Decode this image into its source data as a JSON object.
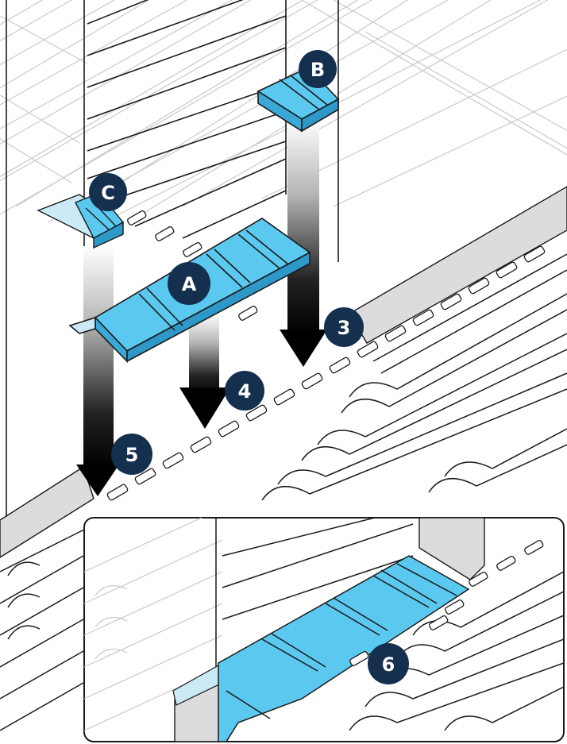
{
  "colors": {
    "badge": "#152f4e",
    "badge_text": "#ffffff",
    "board": "#5bc8f0",
    "board_ghost": "#cce9f6",
    "line": "#1a1a1a",
    "wall": "#dcdcdc"
  },
  "labels": {
    "a": "A",
    "b": "B",
    "c": "C",
    "step3": "3",
    "step4": "4",
    "step5": "5",
    "step6": "6"
  }
}
